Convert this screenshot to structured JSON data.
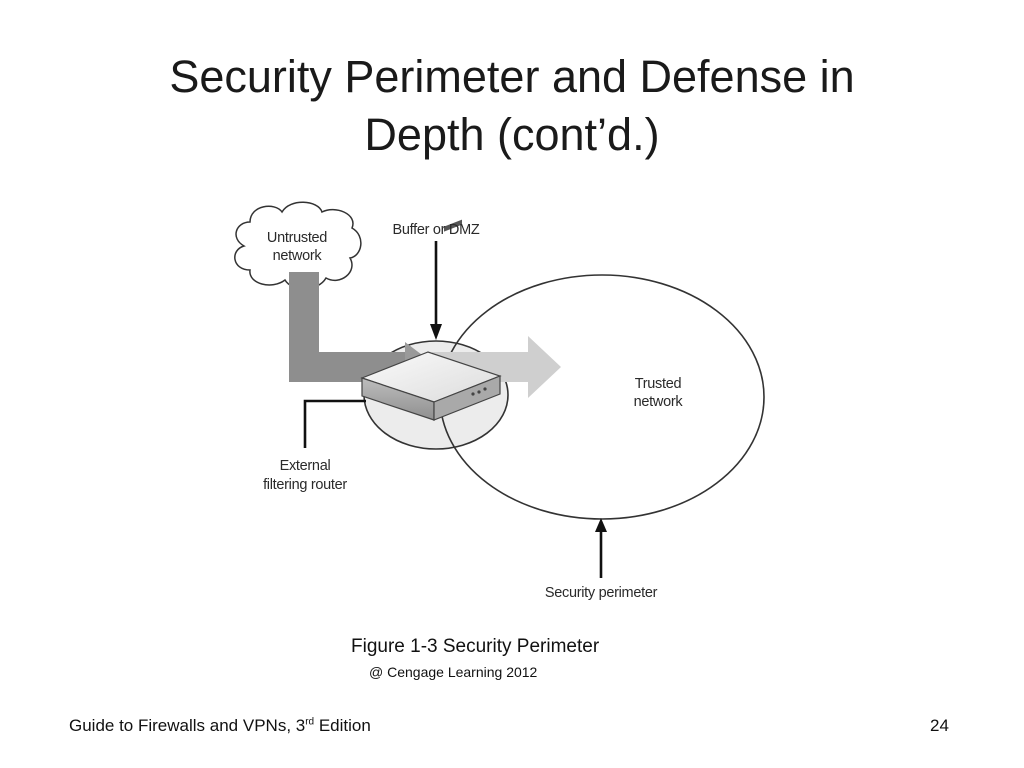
{
  "slide": {
    "title_line1": "Security Perimeter and Defense in",
    "title_line2": "Depth (cont’d.)"
  },
  "diagram": {
    "untrusted_line1": "Untrusted",
    "untrusted_line2": "network",
    "buffer_label": "Buffer or DMZ",
    "trusted_line1": "Trusted",
    "trusted_line2": "network",
    "router_line1": "External",
    "router_line2": "filtering router",
    "perimeter_label": "Security perimeter"
  },
  "figure": {
    "caption": "Figure 1-3 Security Perimeter",
    "credit": "@ Cengage Learning 2012"
  },
  "footer": {
    "book_prefix": "Guide to Firewalls and VPNs, 3",
    "book_sup": "rd",
    "book_suffix": " Edition",
    "page_number": "24"
  }
}
